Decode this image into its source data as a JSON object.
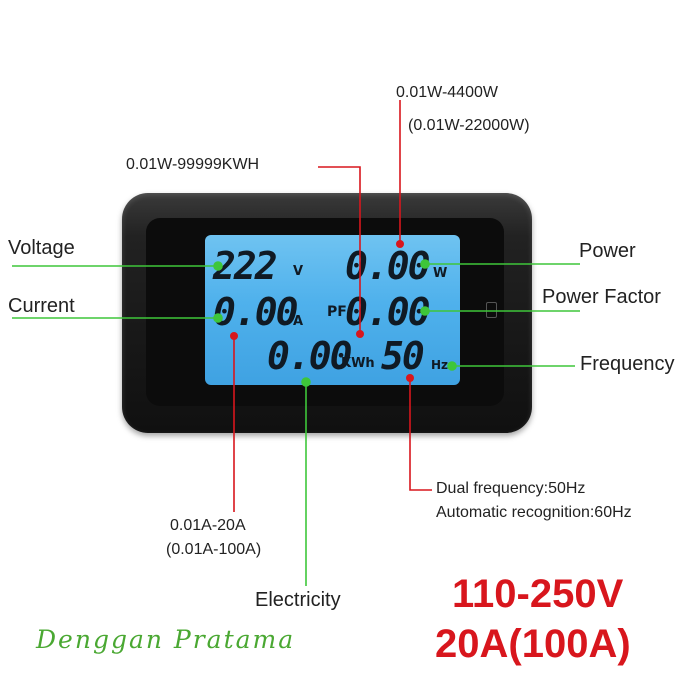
{
  "display": {
    "voltage_value": "222",
    "voltage_unit": "V",
    "current_value": "0.00",
    "current_unit": "A",
    "power_value": "0.00",
    "power_unit": "W",
    "pf_label": "PF",
    "pf_value": "0.00",
    "energy_value": "0.00",
    "energy_unit": "KWh",
    "frequency_value": "50",
    "frequency_unit": "Hz"
  },
  "labels": {
    "voltage": "Voltage",
    "current": "Current",
    "power": "Power",
    "power_factor": "Power Factor",
    "frequency": "Frequency",
    "electricity": "Electricity",
    "energy_range": "0.01W-99999KWH",
    "power_range_line1": "0.01W-4400W",
    "power_range_line2": "(0.01W-22000W)",
    "current_range_line1": "0.01A-20A",
    "current_range_line2": "(0.01A-100A)",
    "frequency_note_line1": "Dual frequency:50Hz",
    "frequency_note_line2": "Automatic recognition:60Hz"
  },
  "specs": {
    "voltage_range": "110-250V",
    "current_rating": "20A(100A)"
  },
  "watermark": "Denggan Pratama",
  "colors": {
    "green_line": "#3ec63a",
    "red_line": "#d8161d",
    "lcd_blue": "#4fb1ec",
    "spec_red": "#d8161d",
    "watermark_green": "#4aa832"
  }
}
